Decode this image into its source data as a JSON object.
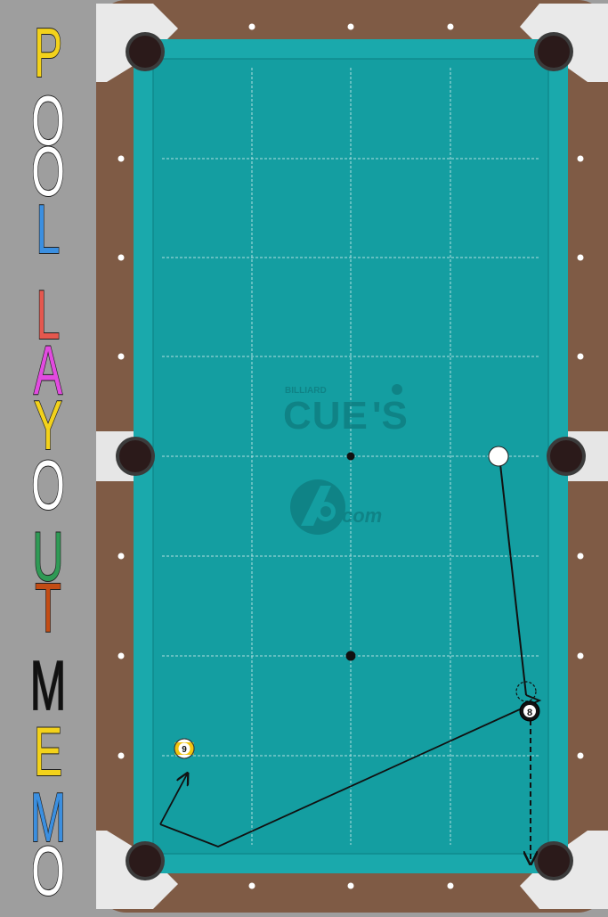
{
  "title": {
    "letters": [
      {
        "ch": "P",
        "color": "#f3d21b"
      },
      {
        "ch": "O",
        "color": "#ffffff"
      },
      {
        "ch": "O",
        "color": "#ffffff"
      },
      {
        "ch": "L",
        "color": "#3b8fe0"
      },
      {
        "ch": "L",
        "color": "#e5584e"
      },
      {
        "ch": "A",
        "color": "#e24be0"
      },
      {
        "ch": "Y",
        "color": "#f3d21b"
      },
      {
        "ch": "O",
        "color": "#ffffff"
      },
      {
        "ch": "U",
        "color": "#2f9a55"
      },
      {
        "ch": "T",
        "color": "#c24c14"
      },
      {
        "ch": "M",
        "color": "#111111"
      },
      {
        "ch": "E",
        "color": "#f3d21b"
      },
      {
        "ch": "M",
        "color": "#3b8fe0"
      },
      {
        "ch": "O",
        "color": "#ffffff"
      }
    ]
  },
  "logo": {
    "small": "BILLIARD",
    "main": "CUE",
    "apostrophe_s": "'S",
    "domain": "com"
  },
  "balls": {
    "cue": {
      "label": "",
      "color": "#ffffff"
    },
    "eight": {
      "label": "8",
      "color": "#111111"
    },
    "nine": {
      "label": "9",
      "color": "#f1c40f"
    }
  },
  "colors": {
    "felt": "#149ea1",
    "rail_wood": "#7f5b45",
    "cushion": "#1aa9ac",
    "pocket": "#2b1a1a",
    "corner_metal": "#e6e6e6",
    "gridline": "#d6eeee"
  }
}
